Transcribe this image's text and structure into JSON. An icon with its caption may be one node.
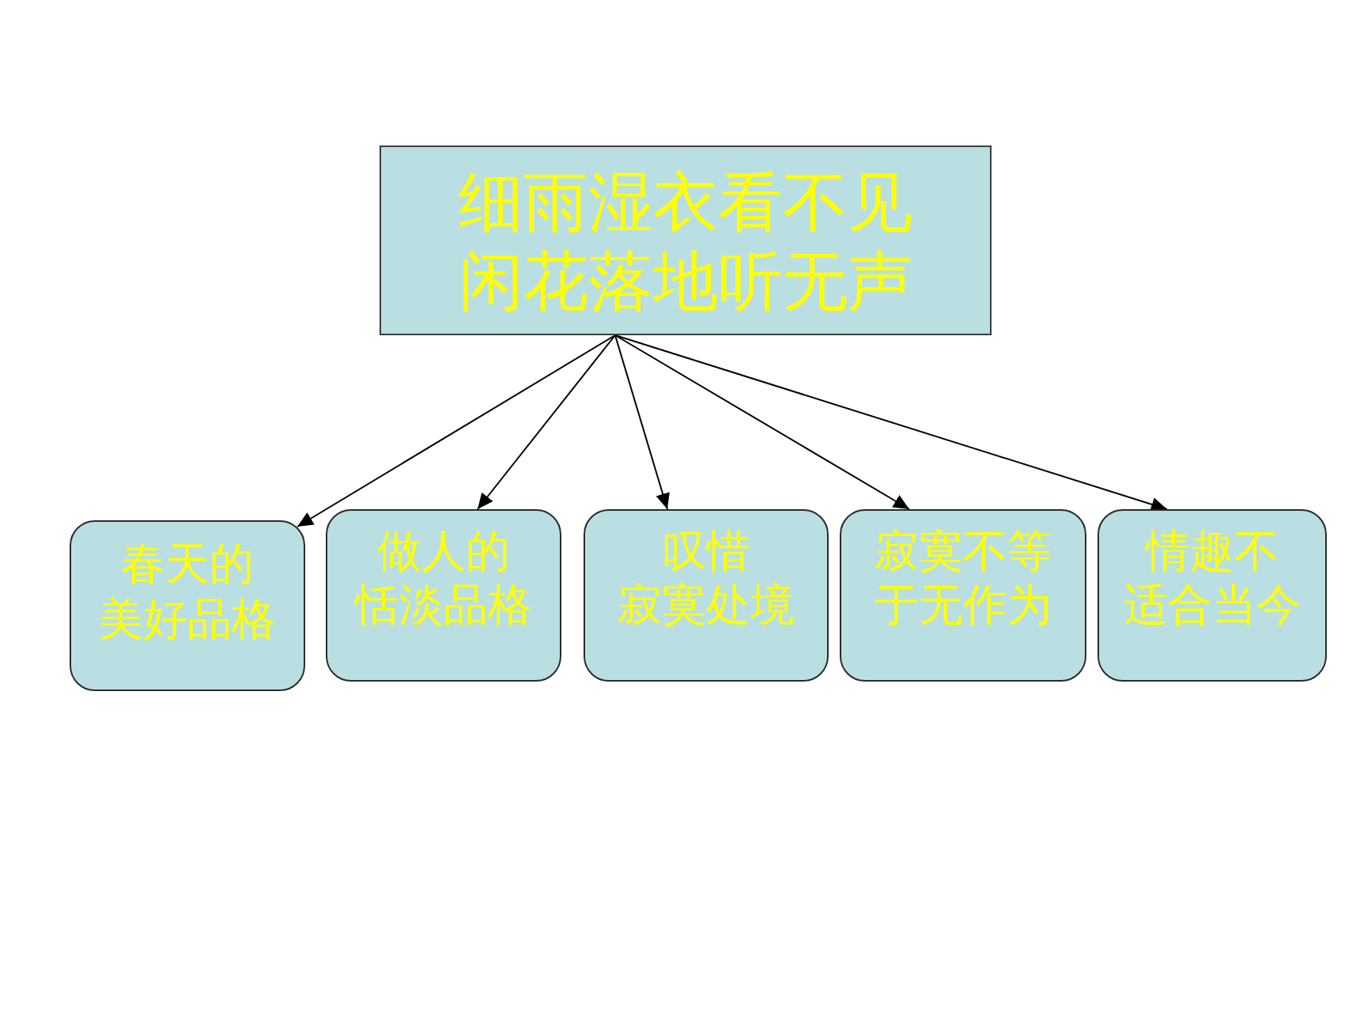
{
  "diagram": {
    "nodes": [
      {
        "text": [
          "细雨湿衣看不见闲花落地听无声"
        ]
      },
      {
        "text": [
          "春天的美好品格"
        ]
      },
      {
        "text": [
          "做人的恬淡品格"
        ]
      },
      {
        "text": [
          "叹惜寂寞处境"
        ]
      },
      {
        "text": [
          "寂寞不等于无作为"
        ]
      },
      {
        "text": [
          "情趣不适合当今"
        ]
      }
    ],
    "edges": [
      {
        "from": 0,
        "to": 1,
        "arrow": "to"
      },
      {
        "from": 0,
        "to": 2,
        "arrow": "to"
      },
      {
        "from": 0,
        "to": 3,
        "arrow": "to"
      },
      {
        "from": 0,
        "to": 4,
        "arrow": "to"
      },
      {
        "from": 0,
        "to": 5,
        "arrow": "to"
      }
    ]
  }
}
